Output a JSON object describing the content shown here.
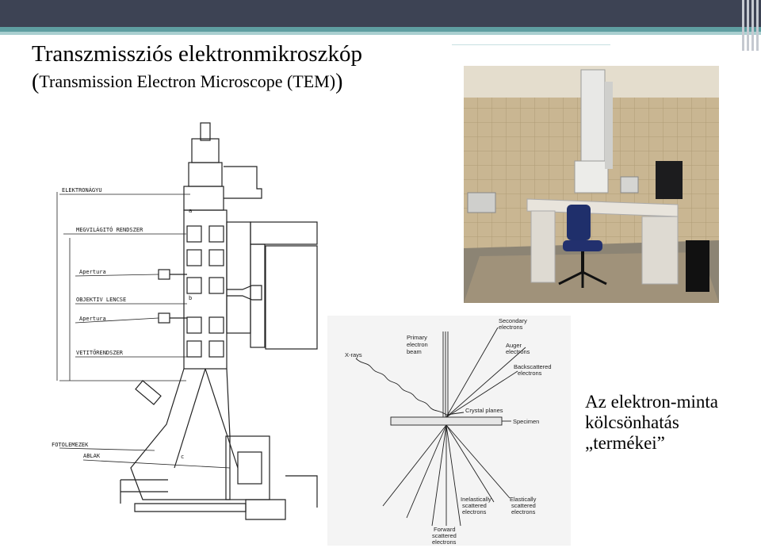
{
  "slide": {
    "title_line1": "Transzmissziós elektronmikroszkóp",
    "title_line2_open": "(",
    "title_line2_text": "Transmission Electron Microscope (TEM)",
    "title_line2_close": ")",
    "caption_lines": [
      "Az elektron-minta",
      "kölcsönhatás",
      "„termékei”"
    ]
  },
  "tem_diagram": {
    "labels": {
      "electron_gun": "ELEKTRONÁGYU",
      "illumination": "MEGVILÁGITÓ RENDSZER",
      "aperture1": "Apertura",
      "objective": "OBJEKTIV LENCSE",
      "aperture2": "Apertura",
      "projection": "VETITŐRENDSZER",
      "camera": "FOTOLEMEZEK",
      "window": "ABLAK",
      "marker_a": "a",
      "marker_b": "b",
      "marker_c": "c"
    }
  },
  "interaction_diagram": {
    "labels": {
      "primary_beam": [
        "Primary",
        "electron",
        "beam"
      ],
      "secondary": [
        "Secondary",
        "electrons"
      ],
      "auger": [
        "Auger",
        "electrons"
      ],
      "backscattered": [
        "Backscattered",
        "electrons"
      ],
      "xrays": "X-rays",
      "crystal_planes": "Crystal planes",
      "specimen": "Specimen",
      "inelastic": [
        "Inelastically",
        "scattered",
        "electrons"
      ],
      "elastic": [
        "Elastically",
        "scattered",
        "electrons"
      ],
      "forward": [
        "Forward",
        "scattered",
        "electrons"
      ]
    }
  },
  "colors": {
    "topbar": "#3d4354",
    "accent": "#5f9ea1",
    "accent_light": "#a9cfd0"
  }
}
